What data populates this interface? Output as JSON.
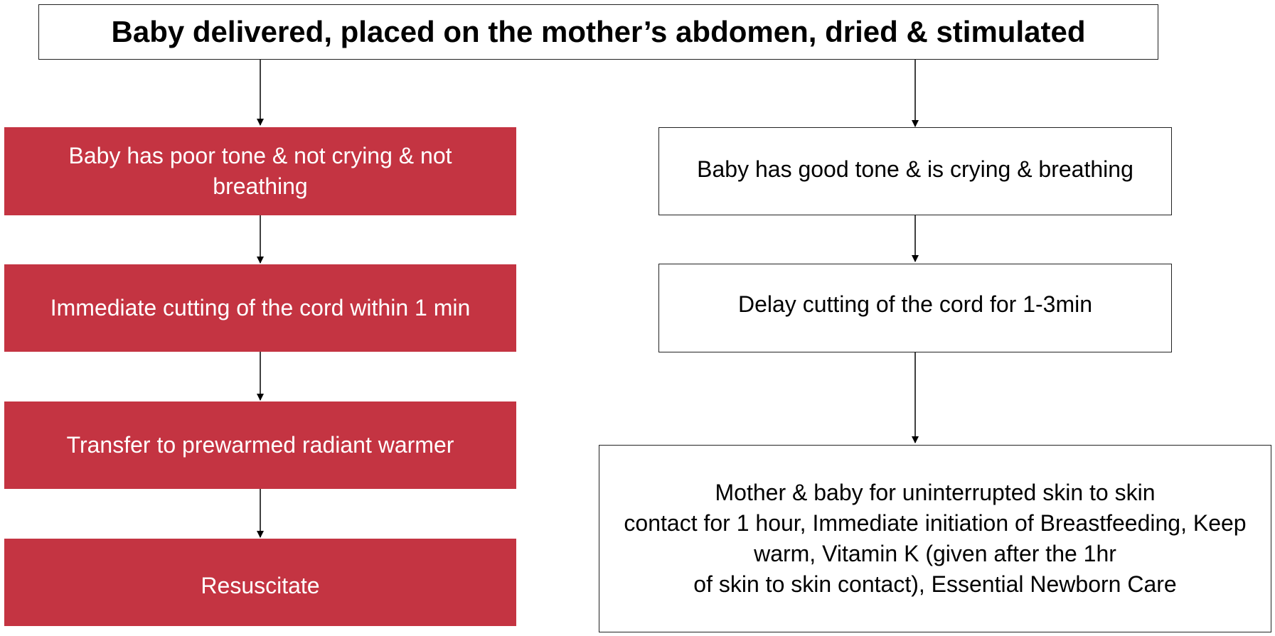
{
  "title": "Baby delivered, placed on the mother’s abdomen, dried & stimulated",
  "left_branch": {
    "step1": "Baby has poor tone & not crying & not breathing",
    "step2": "Immediate cutting of the cord within 1 min",
    "step3": "Transfer to prewarmed radiant warmer",
    "step4": "Resuscitate"
  },
  "right_branch": {
    "step1": "Baby has good tone & is crying & breathing",
    "step2": "Delay cutting of the cord for 1-3min",
    "step3_lines": [
      "Mother & baby for uninterrupted skin to skin",
      "contact for 1 hour, Immediate initiation of Breastfeeding, Keep",
      "warm, Vitamin K (given after the 1hr",
      "of skin to skin contact), Essential Newborn Care"
    ]
  },
  "colors": {
    "alert_box": "#c43442",
    "border": "#222222"
  }
}
